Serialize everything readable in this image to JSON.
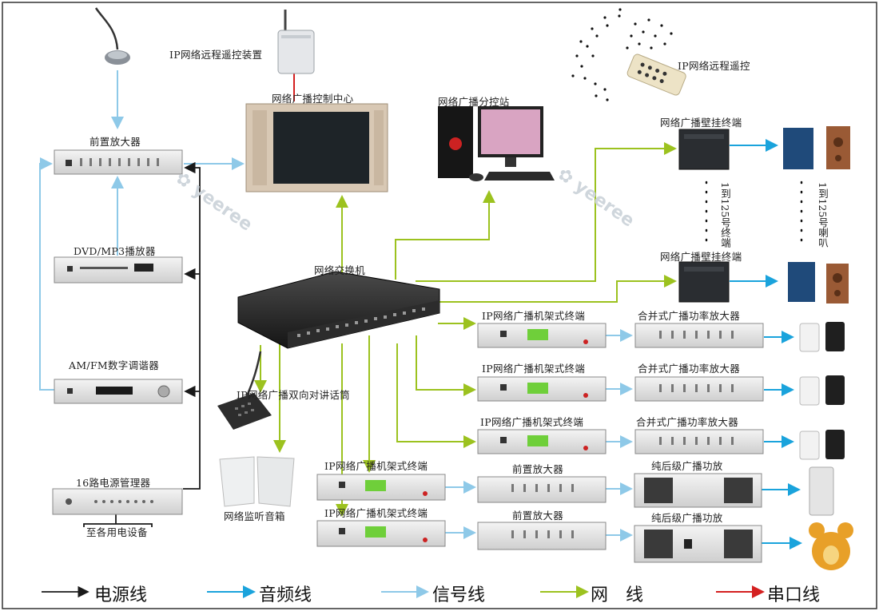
{
  "labels": {
    "ip_remote_device": "IP网络远程遥控装置",
    "control_center": "网络广播控制中心",
    "sub_station": "网络广播分控站",
    "ip_remote": "IP网络远程遥控",
    "preamp": "前置放大器",
    "wall_terminal_1": "网络广播壁挂终端",
    "wall_terminal_2": "网络广播壁挂终端",
    "terminals_range": "1到125号终端",
    "speakers_range": "1到125号喇叭",
    "dvd_player": "DVD/MP3播放器",
    "switch": "网络交换机",
    "rack_terminal_1": "IP网络广播机架式终端",
    "rack_terminal_2": "IP网络广播机架式终端",
    "rack_terminal_3": "IP网络广播机架式终端",
    "rack_terminal_4": "IP网络广播机架式终端",
    "rack_terminal_5": "IP网络广播机架式终端",
    "amp_1": "合并式广播功率放大器",
    "amp_2": "合并式广播功率放大器",
    "amp_3": "合并式广播功率放大器",
    "am_fm_tuner": "AM/FM数字调谐器",
    "intercom_mic": "IP网络广播双向对讲话筒",
    "power_manager": "16路电源管理器",
    "to_devices": "至各用电设备",
    "monitor_speakers": "网络监听音箱",
    "preamp_2": "前置放大器",
    "preamp_3": "前置放大器",
    "pure_amp_1": "纯后级广播功放",
    "pure_amp_2": "纯后级广播功放"
  },
  "legend": {
    "power": "电源线",
    "audio": "音频线",
    "signal": "信号线",
    "network": "网　线",
    "serial": "串口线"
  },
  "colors": {
    "power": "#1a1a1a",
    "audio": "#1aa3dc",
    "signal": "#8ec9e8",
    "network": "#9cc21f",
    "serial": "#d42020"
  }
}
